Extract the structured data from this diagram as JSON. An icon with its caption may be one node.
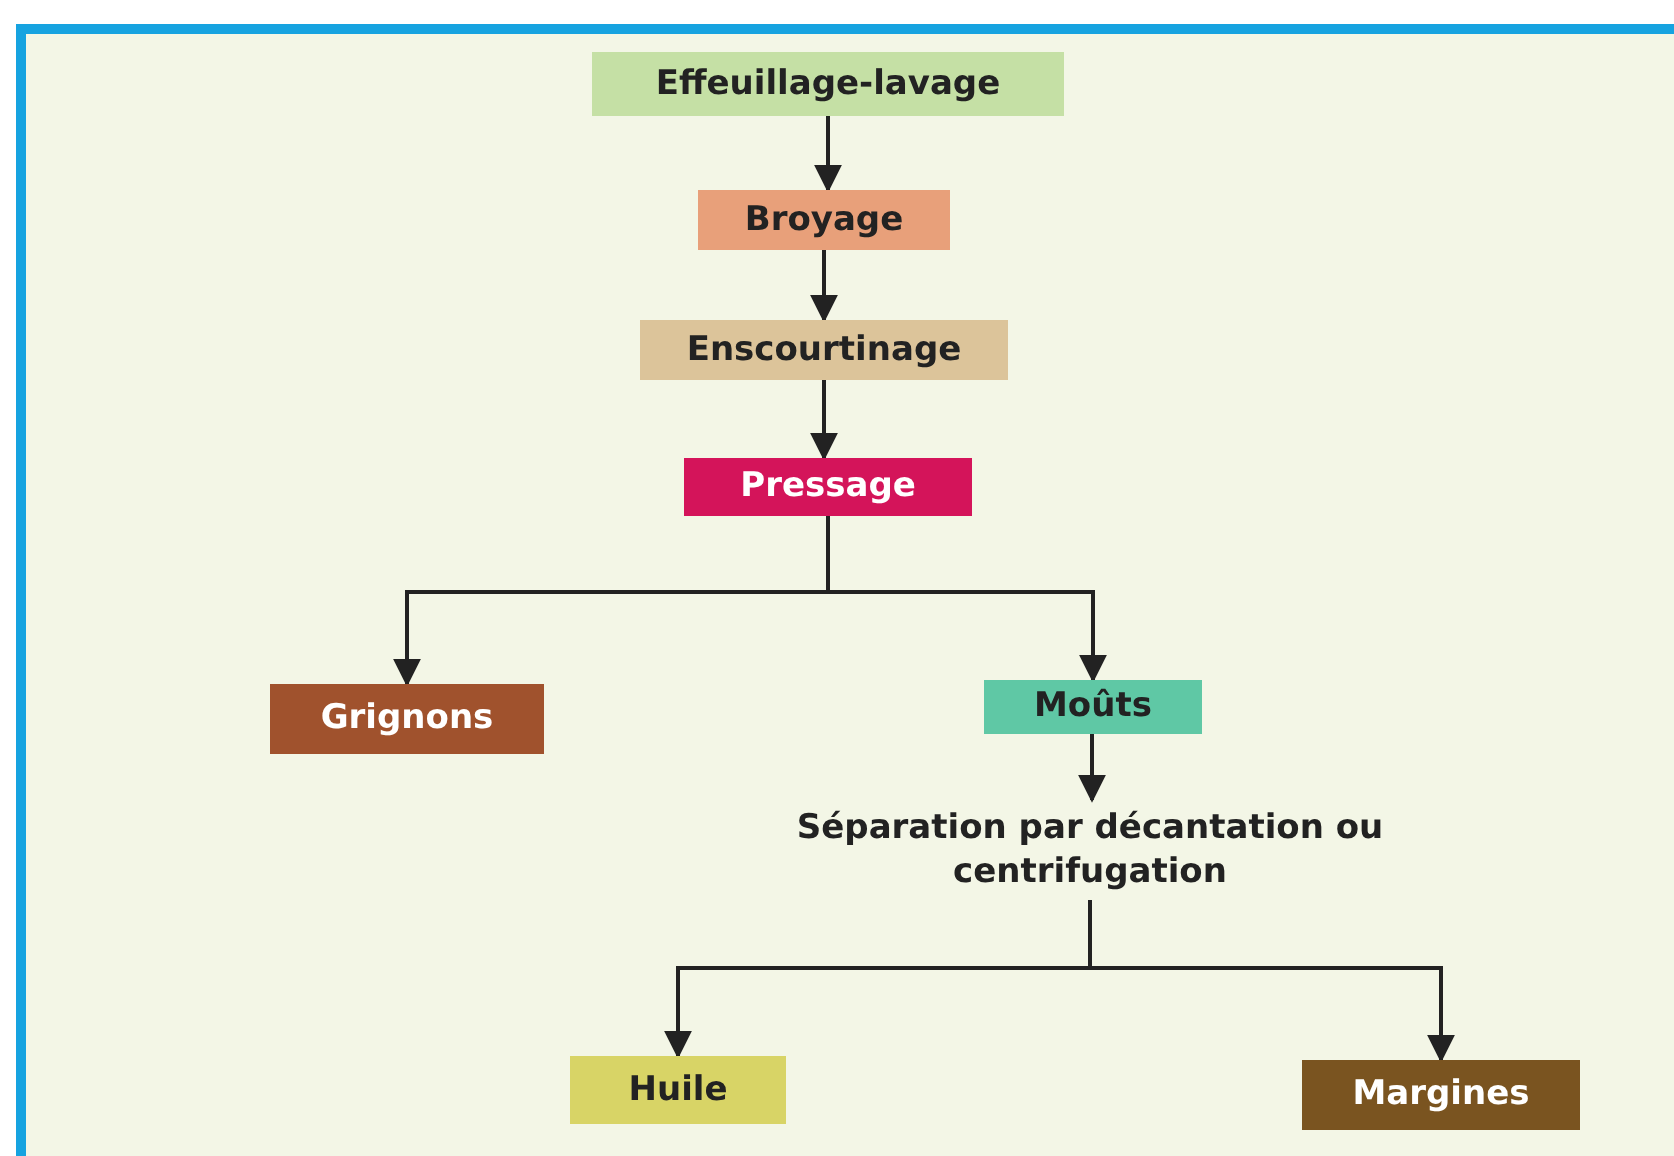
{
  "diagram": {
    "nodes": [
      {
        "text": [
          "Effeuillage-lavage"
        ]
      },
      {
        "text": [
          "Broyage"
        ]
      },
      {
        "text": [
          "Enscourtinage"
        ]
      },
      {
        "text": [
          "Pressage"
        ]
      },
      {
        "text": [
          "Grignons"
        ]
      },
      {
        "text": [
          "Moûts"
        ]
      },
      {
        "text": [
          "Séparation par décantation ou centrifugation"
        ]
      },
      {
        "text": [
          "Huile"
        ]
      },
      {
        "text": [
          "Margines"
        ]
      }
    ],
    "edges": [
      {
        "from": 0,
        "to": 1,
        "arrow": "to"
      },
      {
        "from": 1,
        "to": 2,
        "arrow": "to"
      },
      {
        "from": 2,
        "to": 3,
        "arrow": "to"
      },
      {
        "from": 3,
        "to": 4,
        "arrow": "to"
      },
      {
        "from": 3,
        "to": 5,
        "arrow": "to"
      },
      {
        "from": 5,
        "to": 6,
        "arrow": "to"
      },
      {
        "from": 6,
        "to": 7,
        "arrow": "to"
      },
      {
        "from": 6,
        "to": 8,
        "arrow": "to"
      }
    ]
  }
}
